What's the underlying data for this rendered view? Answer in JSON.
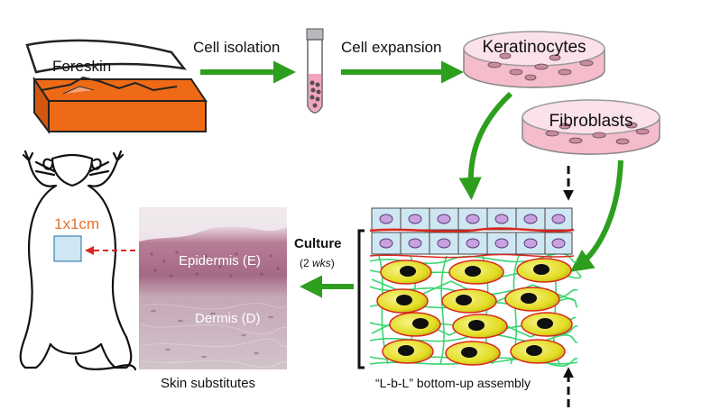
{
  "labels": {
    "foreskin": "Foreskin",
    "cell_isolation": "Cell isolation",
    "cell_expansion": "Cell expansion",
    "keratinocytes": "Keratinocytes",
    "fibroblasts": "Fibroblasts",
    "size": "1x1cm",
    "culture": "Culture",
    "duration_open": "(2 ",
    "duration_unit": "wks",
    "duration_close": ")",
    "epidermis": "Epidermis (E)",
    "dermis": "Dermis (D)",
    "skin_substitutes": "Skin substitutes",
    "assembly": "“L-b-L” bottom-up assembly"
  },
  "colors": {
    "arrow_green": "#2e9e1f",
    "dish_pink": "#f2a9bd",
    "tissue_orange": "#ee6a16",
    "cell_yellow": "#e8e426",
    "epi_cell": "#cfe7f2",
    "epi_nucleus": "#c9a0e0",
    "fiber_green": "#2fd36a",
    "size_orange": "#e8722a",
    "marker_red": "#d9271f"
  },
  "icons": [
    "skin-patch-icon",
    "test-tube-icon",
    "petri-dish-icon",
    "mouse-outline-icon",
    "histology-image"
  ]
}
